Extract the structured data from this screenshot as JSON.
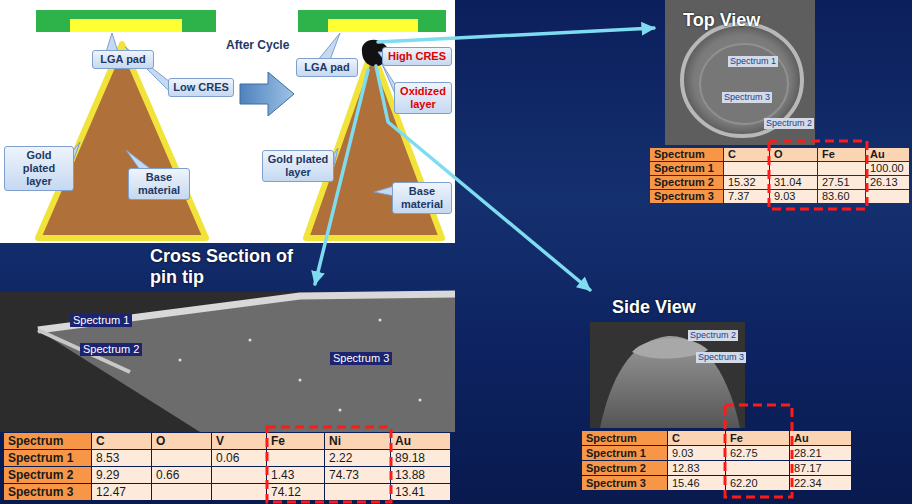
{
  "diagram": {
    "nodes": [
      {
        "text": [
          "LGA pad"
        ]
      },
      {
        "text": [
          "Low CRES"
        ]
      },
      {
        "text": [
          "Gold plated layer"
        ]
      },
      {
        "text": [
          "Base material"
        ]
      },
      {
        "text": [
          "LGA pad"
        ]
      },
      {
        "text": [
          "High CRES"
        ]
      },
      {
        "text": [
          "Gold plated layer"
        ]
      },
      {
        "text": [
          "Oxidized layer"
        ]
      },
      {
        "text": [
          "Base material"
        ]
      }
    ],
    "labels": [
      "After Cycle",
      "Top View",
      "Spectrum 1",
      "Spectrum 3",
      "Spectrum 2",
      "Spectrum",
      "C",
      "O",
      "Fe",
      "Au",
      "Spectrum 1",
      "100.00",
      "Spectrum 2",
      "15.32",
      "31.04",
      "27.51",
      "26.13",
      "Spectrum 3",
      "7.37",
      "9.03",
      "83.60",
      "Cross Section of pin tip",
      "Spectrum 1",
      "Spectrum 2",
      "Spectrum 3",
      "Spectrum",
      "C",
      "O",
      "V",
      "Fe",
      "Ni",
      "Au",
      "Spectrum 1",
      "8.53",
      "0.06",
      "2.22",
      "89.18",
      "Spectrum 2",
      "9.29",
      "0.66",
      "1.43",
      "74.73",
      "13.88",
      "Spectrum 3",
      "12.47",
      "74.12",
      "13.41",
      "Side View",
      "Spectrum 2",
      "Spectrum 3",
      "Spectrum",
      "C",
      "Fe",
      "Au",
      "Spectrum 1",
      "9.03",
      "62.75",
      "28.21",
      "Spectrum 2",
      "12.83",
      "87.17",
      "Spectrum 3",
      "15.46",
      "62.20",
      "22.34"
    ]
  }
}
